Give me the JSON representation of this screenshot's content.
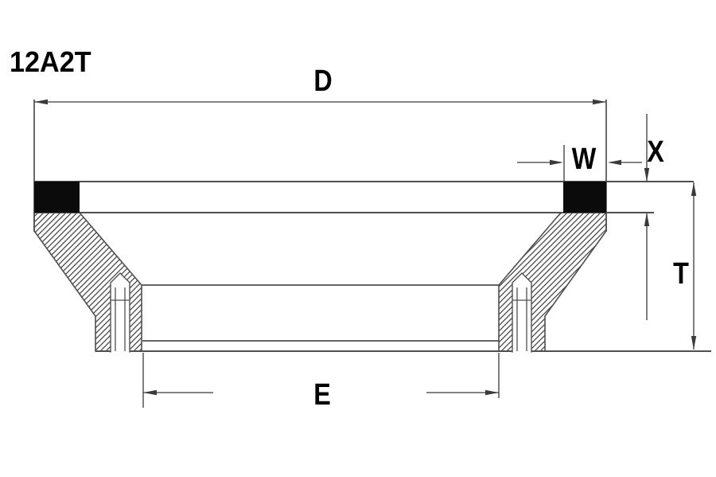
{
  "drawing": {
    "model_label": "12A2T",
    "dim_labels": {
      "D": "D",
      "W": "W",
      "X": "X",
      "T": "T",
      "E": "E"
    },
    "colors": {
      "background": "#ffffff",
      "outline": "#4f4f4f",
      "dimension": "#3a3a3a",
      "hatch": "#3f3f3f",
      "abrasive_fill": "#0b0b0b",
      "label_text": "#000000"
    }
  }
}
